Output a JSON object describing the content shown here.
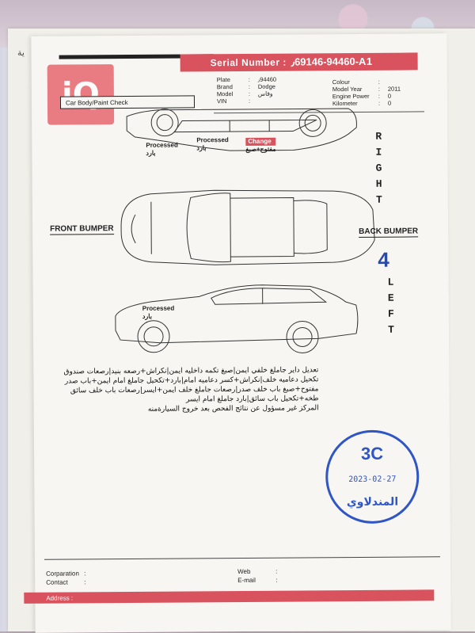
{
  "under_sheet": {
    "text": "ية"
  },
  "header": {
    "serial_label": "Serial Number :",
    "serial_value": "٫69146-94460-A1",
    "logo_text": "iQ",
    "section_title": "Car Body/Paint Check"
  },
  "vehicle_info": {
    "plate_label": "Plate",
    "plate_value": "٫94460",
    "brand_label": "Brand",
    "brand_value": "Dodge",
    "model_label": "Model",
    "model_value": "وقاس",
    "vin_label": "VIN",
    "vin_value": "",
    "colour_label": "Colour",
    "colour_value": "",
    "model_year_label": "Model Year",
    "model_year_value": "2011",
    "engine_power_label": "Engine Power",
    "engine_power_value": "0",
    "kilometer_label": "Kilometer",
    "kilometer_value": "0"
  },
  "diagram": {
    "right_letters": [
      "R",
      "I",
      "G",
      "H",
      "T"
    ],
    "left_letters": [
      "L",
      "E",
      "F",
      "T"
    ],
    "number": "4",
    "front_bumper": "FRONT BUMPER",
    "back_bumper": "BACK BUMPER",
    "tags": {
      "processed_1": "Processed",
      "processed_1_ar": "بارد",
      "processed_2": "Processed",
      "processed_2_ar": "بارد",
      "change": "Change",
      "change_ar": "مفتوح+صبغ",
      "processed_3": "Processed",
      "processed_3_ar": "بارد"
    }
  },
  "notes": [
    "تعديل داير جاملغ خلفي ايمن|صبغ تكمه داخليه ايمن|نكراش+رصعه بنيد|رصعات صندوق",
    "تكحيل دعاميه خلف|نكراش+كسر دعاميه امام|بارد+تكحيل جاملغ امام ايمن+باب صدر",
    "مفتوح+صبغ باب خلف صدر|رصعات جاملغ خلف ايمن+ايسر|رصعات باب خلف سائق",
    "طخه+تكحيل باب سائق|بارد جاملغ امام ايسر",
    "المركز غير مسؤول عن نتائج الفحص بعد خروج السيارةمنه"
  ],
  "stamp": {
    "code": "3C",
    "date": "2023-02-27",
    "name": "المندلاوي"
  },
  "footer": {
    "corporation_label": "Corparation",
    "corporation_value": "",
    "contact_label": "Contact",
    "contact_value": "",
    "web_label": "Web",
    "web_value": "",
    "email_label": "E-mail",
    "email_value": "",
    "address_label": "Address",
    "address_value": ""
  },
  "colors": {
    "accent": "#d8535e",
    "stamp": "#2f56c4",
    "paper": "#f7f6f2"
  }
}
